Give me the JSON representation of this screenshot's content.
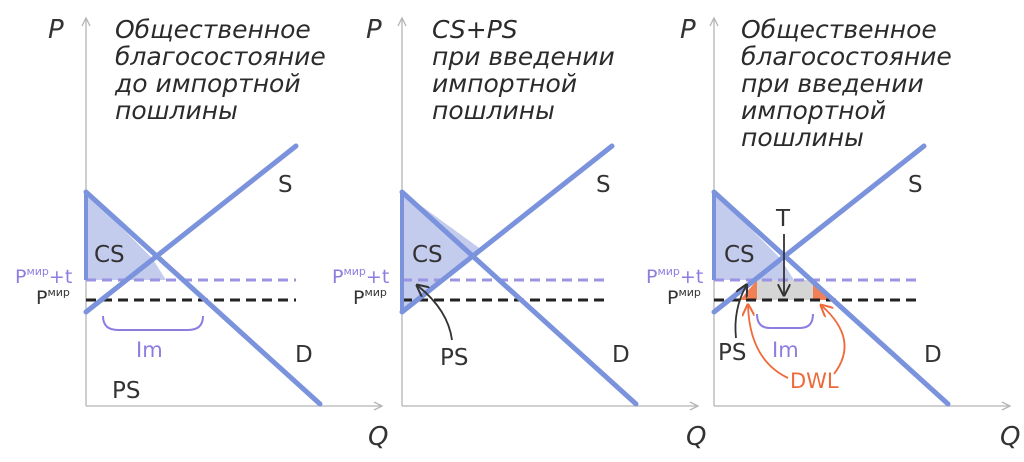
{
  "panels": [
    {
      "title_lines": [
        "Общественное",
        "благосостояние",
        "до импортной",
        "пошлины"
      ],
      "axis_p": "P",
      "axis_q": "Q",
      "supply": "S",
      "demand": "D",
      "cs": "CS",
      "ps": "PS",
      "price_world": "Pмир",
      "price_world_t": "Pмир+t",
      "imports": "Im"
    },
    {
      "title_lines": [
        "CS+PS",
        "при введении",
        "импортной",
        "пошлины"
      ],
      "axis_p": "P",
      "axis_q": "Q",
      "supply": "S",
      "demand": "D",
      "cs": "CS",
      "ps": "PS",
      "price_world": "Pмир",
      "price_world_t": "Pмир+t"
    },
    {
      "title_lines": [
        "Общественное",
        "благосостояние",
        "при введении",
        "импортной",
        "пошлины"
      ],
      "axis_p": "P",
      "axis_q": "Q",
      "supply": "S",
      "demand": "D",
      "cs": "CS",
      "ps": "PS",
      "price_world": "Pмир",
      "price_world_t": "Pмир+t",
      "imports": "Im",
      "tariff": "T",
      "dwl": "DWL"
    }
  ],
  "colors": {
    "curve": "#7b93dc",
    "cs_fill": "#c4ccee",
    "tariff_line": "#9b94e3",
    "world_line": "#222222",
    "dwl": "#ef6a3a",
    "tariff_area": "#d5d5d5",
    "imports": "#8c7ee0"
  }
}
